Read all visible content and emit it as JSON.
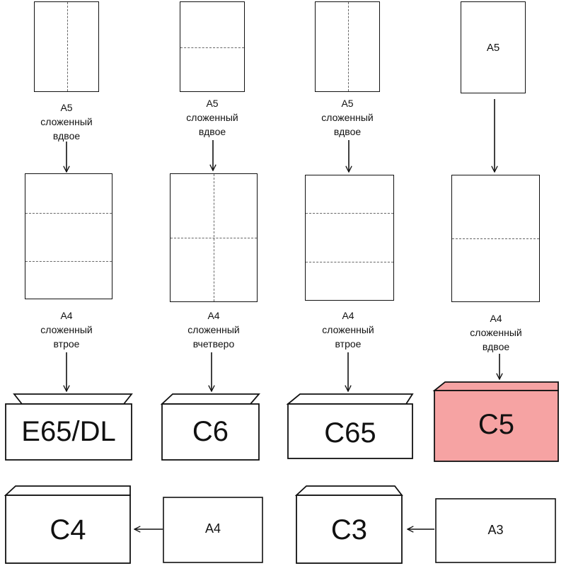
{
  "columns": [
    {
      "top_label": "",
      "caption1": [
        "A5",
        "сложенный",
        "вдвое"
      ],
      "caption2": [
        "A4",
        "сложенный",
        "втрое"
      ],
      "envelope": "E65/DL"
    },
    {
      "top_label": "",
      "caption1": [
        "A5",
        "сложенный",
        "вдвое"
      ],
      "caption2": [
        "A4",
        "сложенный",
        "вчетверо"
      ],
      "envelope": "C6"
    },
    {
      "top_label": "",
      "caption1": [
        "A5",
        "сложенный",
        "вдвое"
      ],
      "caption2": [
        "A4",
        "сложенный",
        "втрое"
      ],
      "envelope": "C65"
    },
    {
      "top_label": "A5",
      "caption1": [],
      "caption2": [
        "A4",
        "сложенный",
        "вдвое"
      ],
      "envelope": "C5"
    }
  ],
  "bottom": [
    {
      "sheet": "A4",
      "envelope": "C4"
    },
    {
      "sheet": "A3",
      "envelope": "C3"
    }
  ],
  "colors": {
    "line": "#111111",
    "fold": "#666666",
    "highlight_fill": "#f6a3a3"
  }
}
